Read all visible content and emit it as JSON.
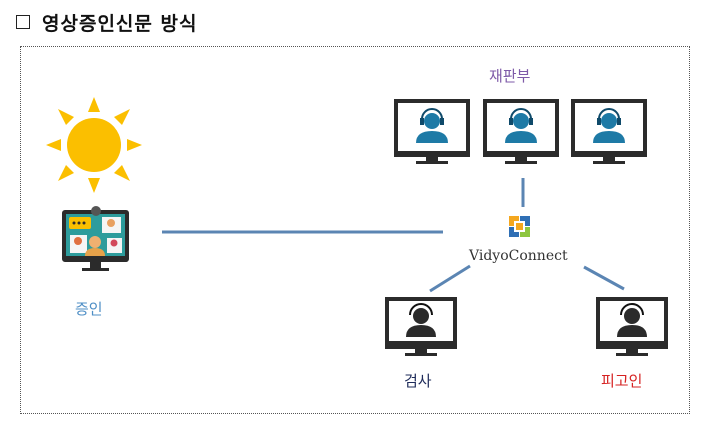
{
  "title": {
    "text": "영상증인신문  방식"
  },
  "labels": {
    "court": "재판부",
    "witness": "증인",
    "prosecutor": "검사",
    "defendant": "피고인",
    "platform": "VidyoConnect"
  },
  "colors": {
    "court": "#7e5aa8",
    "witness": "#4f8fc6",
    "prosecutor": "#1e2b5a",
    "defendant": "#d62222",
    "line": "#5b85b3",
    "sun": "#fbbf00",
    "monitor": "#2b2b2b",
    "screen": "#1e7aa6"
  },
  "icons": [
    "checkbox-icon",
    "sun-icon",
    "video-conference-icon",
    "monitor-icon",
    "headset-user-icon",
    "vidyo-logo-icon"
  ]
}
